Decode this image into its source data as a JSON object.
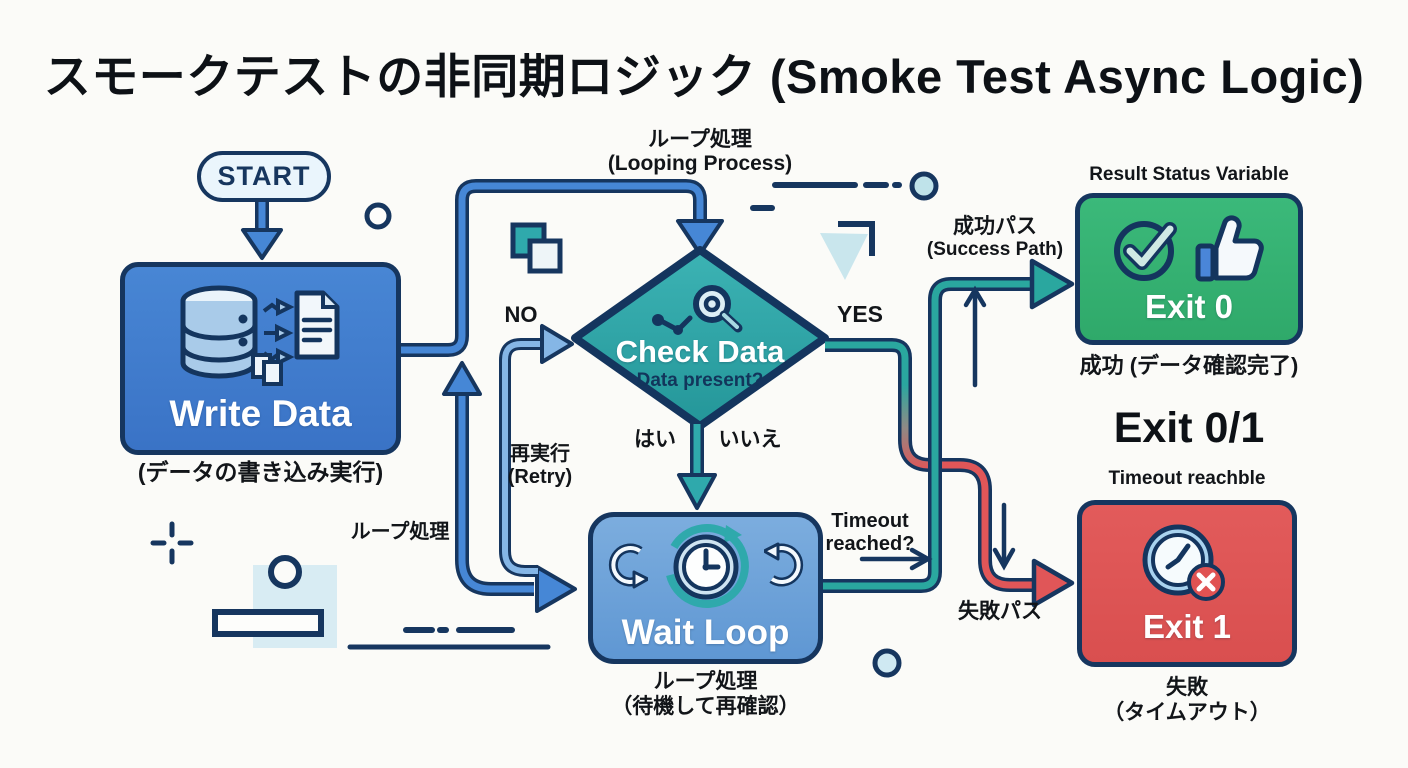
{
  "title": "スモークテストの非同期ロジック (Smoke Test Async Logic)",
  "nodes": {
    "start": {
      "label": "START"
    },
    "write": {
      "label": "Write Data",
      "caption": "(データの書き込み実行)"
    },
    "check": {
      "label": "Check Data",
      "sublabel": "Data present?"
    },
    "wait": {
      "label": "Wait Loop",
      "caption1": "ループ処理",
      "caption2": "（待機して再確認）"
    },
    "exit0": {
      "above": "Result Status Variable",
      "label": "Exit 0",
      "caption": "成功 (データ確認完了)"
    },
    "exit01": {
      "label": "Exit 0/1"
    },
    "exit1": {
      "above": "Timeout reachble",
      "label": "Exit 1",
      "caption1": "失敗",
      "caption2": "（タイムアウト）"
    }
  },
  "edges": {
    "looping1": "ループ処理",
    "looping2": "(Looping Process)",
    "no": "NO",
    "yes": "YES",
    "hai": "はい",
    "iie": "いいえ",
    "retry1": "再実行",
    "retry2": "(Retry)",
    "loop": "ループ処理",
    "timeout1": "Timeout",
    "timeout2": "reached?",
    "success1": "成功パス",
    "success2": "(Success Path)",
    "fail": "失敗パス"
  },
  "colors": {
    "background": "#fbfbf8",
    "outline_navy": "#16365f",
    "pipe_blue": "#4687d6",
    "pipe_blue_light": "#85b6e6",
    "pipe_teal": "#2aa79f",
    "pipe_red": "#e05658",
    "node_blue": "#3f7cce",
    "node_blue_light": "#6ba2d9",
    "diamond_teal": "#2fa9ac",
    "exit_green": "#35b472",
    "exit_red": "#de5555",
    "deco_light_blue": "#d8ecf3"
  }
}
